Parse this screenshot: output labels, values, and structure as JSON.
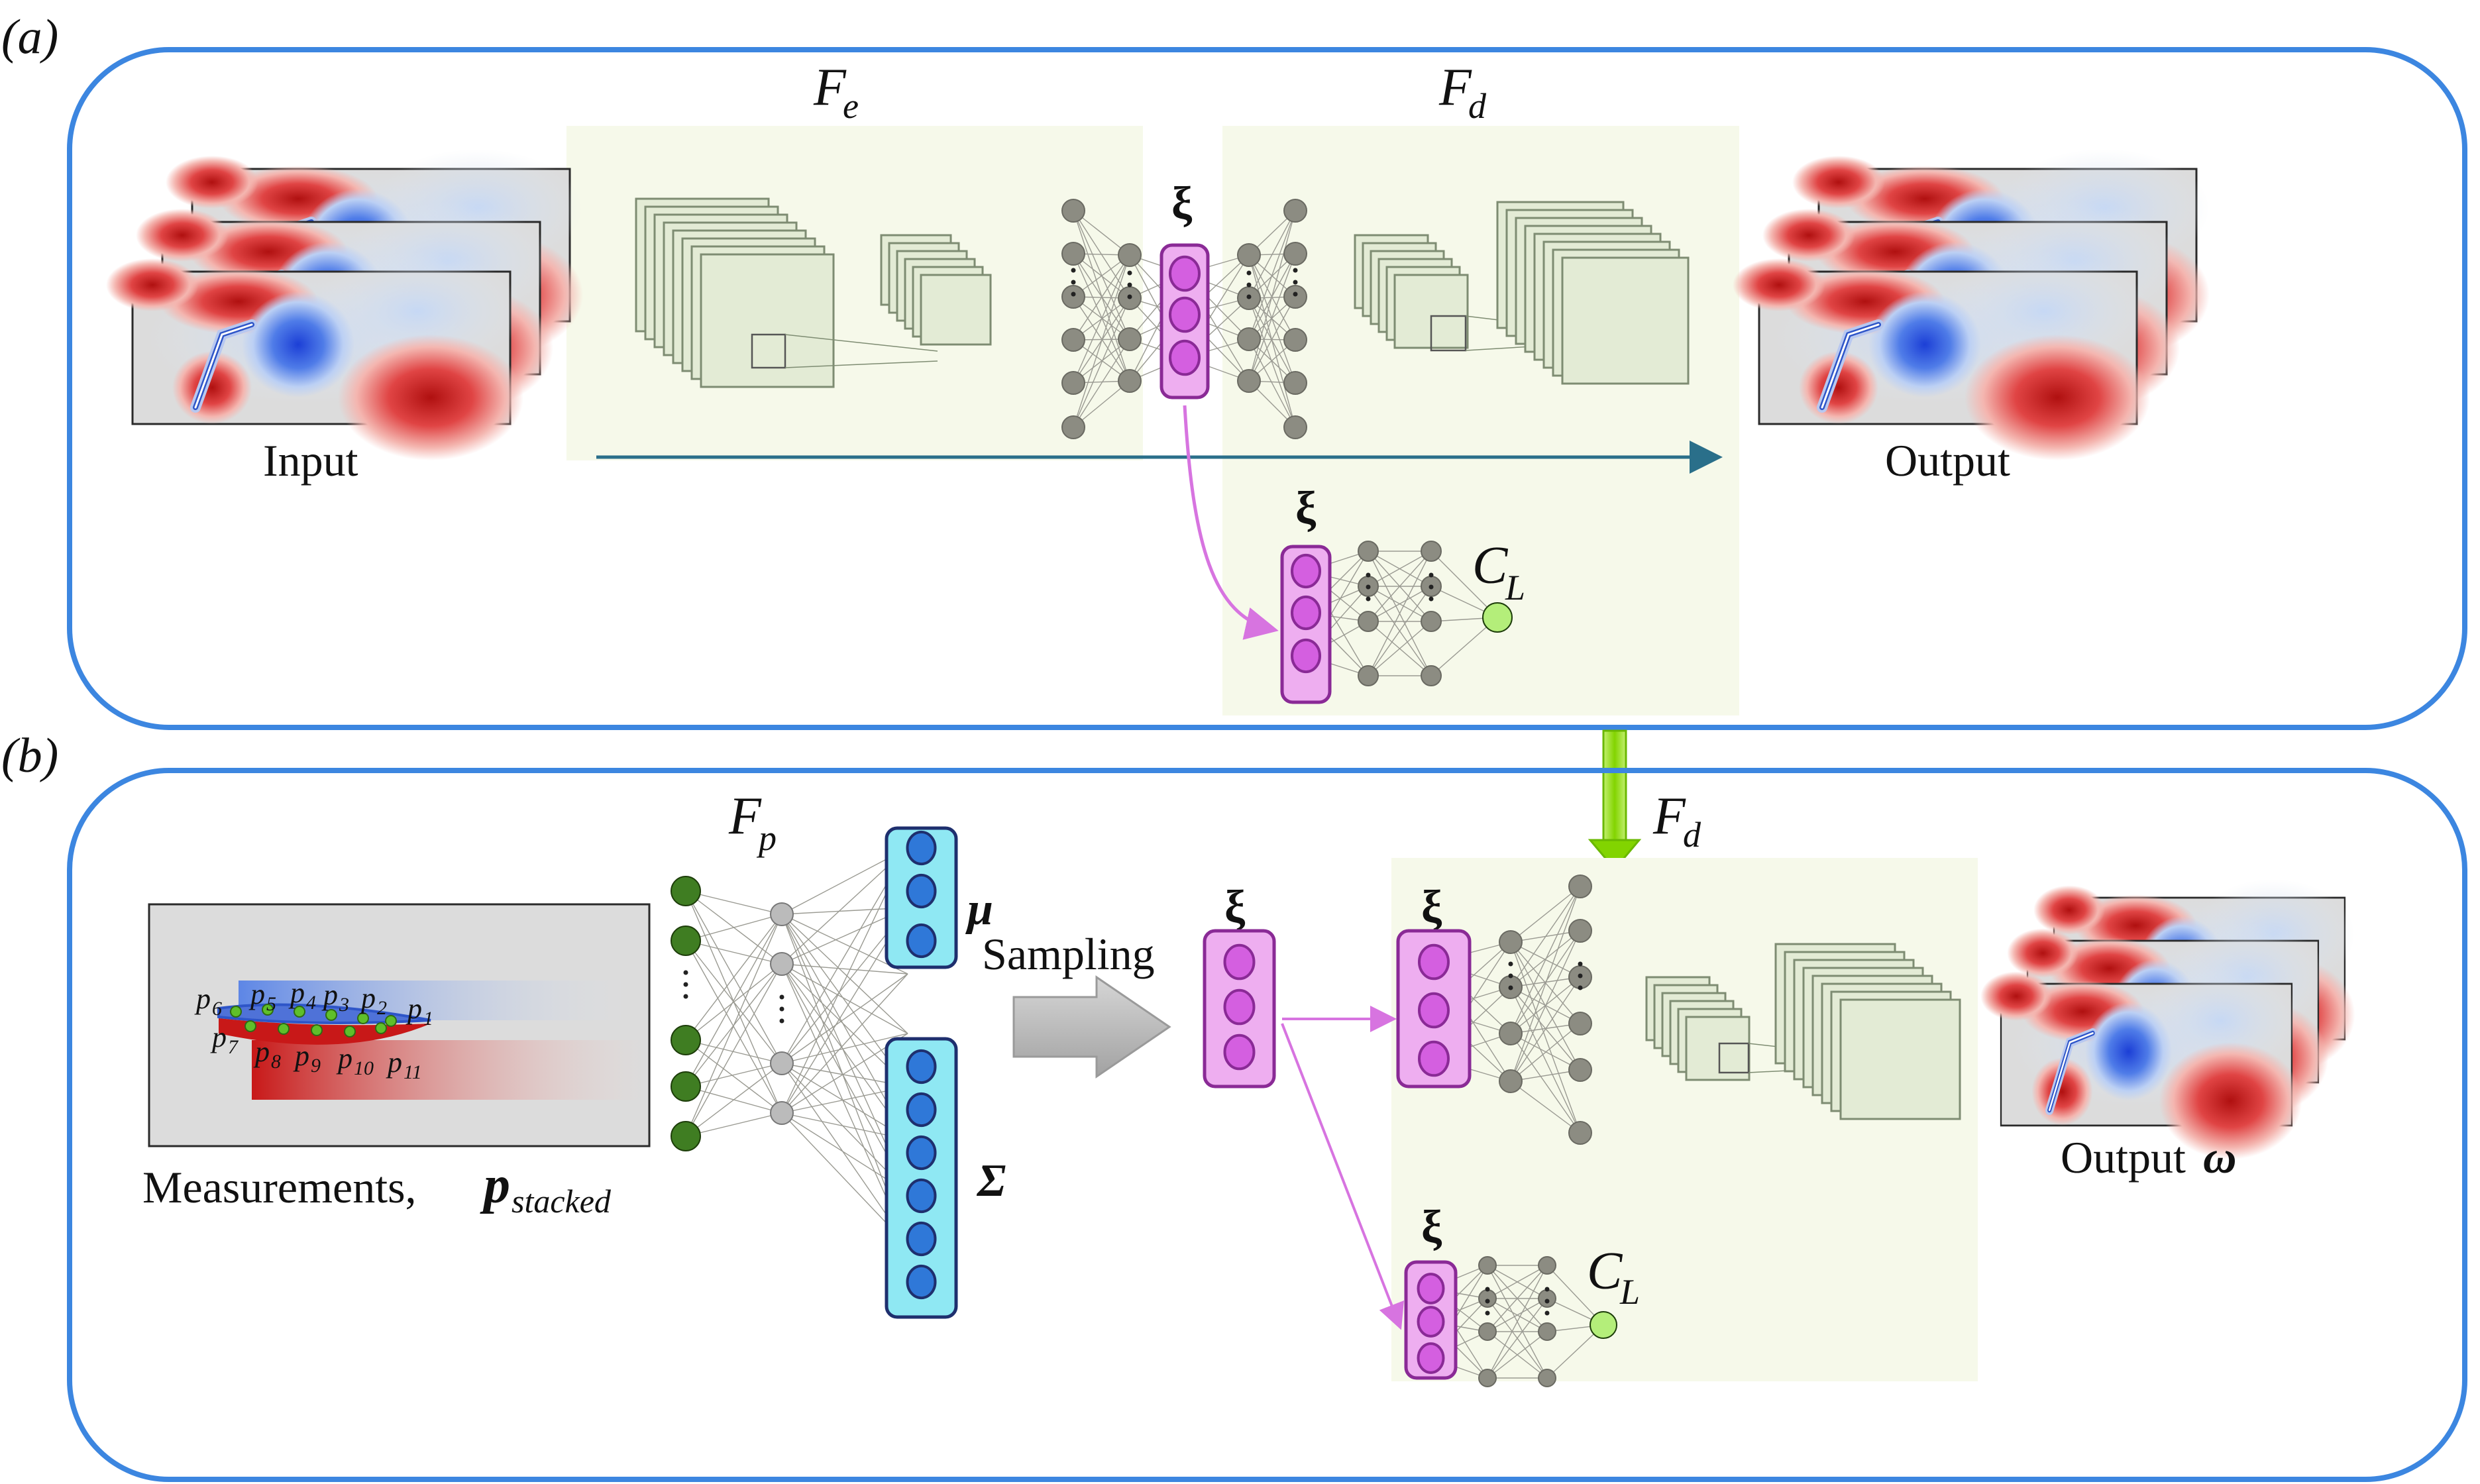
{
  "panels": {
    "a": {
      "label": "(a)"
    },
    "b": {
      "label": "(b)"
    }
  },
  "labels": {
    "input": "Input",
    "output": "Output",
    "output_omega_text": "Output",
    "omega": "ω",
    "measurements": "Measurements,",
    "p_symbol": "p",
    "p_stacked_sub": "stacked",
    "sampling": "Sampling",
    "xi": "ξ",
    "mu": "μ",
    "sigma": "Σ",
    "cl_main": "C",
    "cl_sub": "L",
    "fe_main": "F",
    "fe_sub": "e",
    "fd_main": "F",
    "fd_sub": "d",
    "fp_main": "F",
    "fp_sub": "p"
  },
  "sensors": [
    {
      "main": "p",
      "sub": "6"
    },
    {
      "main": "p",
      "sub": "5"
    },
    {
      "main": "p",
      "sub": "4"
    },
    {
      "main": "p",
      "sub": "3"
    },
    {
      "main": "p",
      "sub": "2"
    },
    {
      "main": "p",
      "sub": "1"
    },
    {
      "main": "p",
      "sub": "7"
    },
    {
      "main": "p",
      "sub": "8"
    },
    {
      "main": "p",
      "sub": "9"
    },
    {
      "main": "p",
      "sub": "10"
    },
    {
      "main": "p",
      "sub": "11"
    }
  ],
  "colors": {
    "panel_border": "#3c86e0",
    "encoder_bg": "#f6f9ea",
    "latent_fill": "#eeaef0",
    "latent_border": "#8a2a96",
    "mu_sigma_fill": "#8fe8f3",
    "mu_sigma_node": "#2f78d8",
    "green_node": "#3f7d22",
    "cl_node": "#b4ee7a",
    "grey_node": "#8c8c82",
    "flow_red": "#cc2222",
    "flow_blue": "#3a6fd8",
    "arrow_teal": "#2a6f8a",
    "arrow_magenta": "#d774e0",
    "arrow_green": "#7fd400",
    "arrow_grey": "#b4b4b4"
  }
}
